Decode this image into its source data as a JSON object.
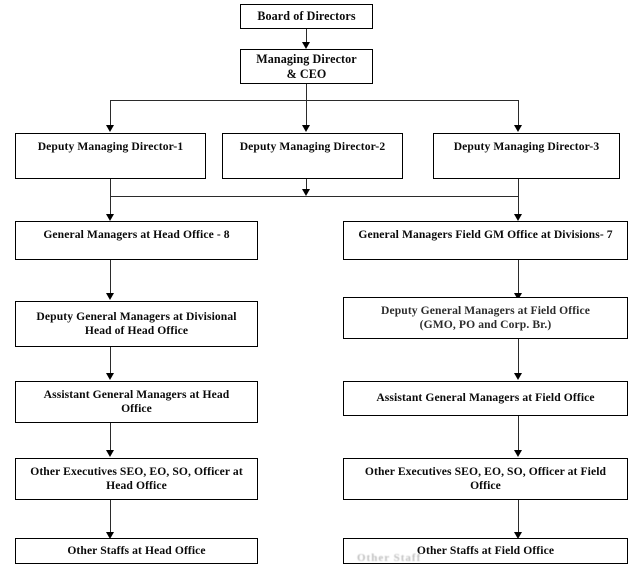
{
  "chart_data": {
    "type": "diagram",
    "diagram_kind": "organizational-hierarchy-flowchart",
    "title": "",
    "orientation": "top-down",
    "columns": [
      "Head Office",
      "Field Office"
    ],
    "nodes": [
      {
        "id": "board",
        "label": "Board of Directors",
        "level": 0
      },
      {
        "id": "md_ceo",
        "label": "Managing Director\n& CEO",
        "level": 1
      },
      {
        "id": "dmd1",
        "label": "Deputy Managing  Director-1",
        "level": 2
      },
      {
        "id": "dmd2",
        "label": "Deputy Managing  Director-2",
        "level": 2
      },
      {
        "id": "dmd3",
        "label": "Deputy Managing  Director-3",
        "level": 2
      },
      {
        "id": "gm_head",
        "label": "General Managers at Head Office - 8",
        "level": 3,
        "column": "Head Office",
        "count": 8
      },
      {
        "id": "gm_field",
        "label": "General Managers Field GM Office at Divisions- 7",
        "level": 3,
        "column": "Field Office",
        "count": 7
      },
      {
        "id": "dgm_head",
        "label": "Deputy General Managers at Divisional\nHead of Head Office",
        "level": 4,
        "column": "Head Office"
      },
      {
        "id": "dgm_field",
        "label": "Deputy General Managers at Field Office\n(GMO, PO and Corp. Br.)",
        "level": 4,
        "column": "Field Office"
      },
      {
        "id": "agm_head",
        "label": "Assistant General Managers at Head\nOffice",
        "level": 5,
        "column": "Head Office"
      },
      {
        "id": "agm_field",
        "label": "Assistant General Managers at Field Office",
        "level": 5,
        "column": "Field Office"
      },
      {
        "id": "exec_head",
        "label": "Other Executives SEO, EO, SO, Officer at\nHead Office",
        "level": 6,
        "column": "Head Office"
      },
      {
        "id": "exec_field",
        "label": "Other Executives SEO, EO, SO, Officer at Field\nOffice",
        "level": 6,
        "column": "Field Office"
      },
      {
        "id": "staff_head",
        "label": "Other Staffs at Head Office",
        "level": 7,
        "column": "Head Office"
      },
      {
        "id": "staff_field",
        "label": "Other Staffs at Field Office",
        "level": 7,
        "column": "Field Office"
      }
    ],
    "edges": [
      {
        "from": "board",
        "to": "md_ceo"
      },
      {
        "from": "md_ceo",
        "to": "dmd1"
      },
      {
        "from": "md_ceo",
        "to": "dmd2"
      },
      {
        "from": "md_ceo",
        "to": "dmd3"
      },
      {
        "from": "dmd1",
        "to": "gm_head"
      },
      {
        "from": "dmd2",
        "to": "gm_head"
      },
      {
        "from": "dmd2",
        "to": "gm_field"
      },
      {
        "from": "dmd3",
        "to": "gm_field"
      },
      {
        "from": "gm_head",
        "to": "dgm_head"
      },
      {
        "from": "gm_field",
        "to": "dgm_field"
      },
      {
        "from": "dgm_head",
        "to": "agm_head"
      },
      {
        "from": "dgm_field",
        "to": "agm_field"
      },
      {
        "from": "agm_head",
        "to": "exec_head"
      },
      {
        "from": "agm_field",
        "to": "exec_field"
      },
      {
        "from": "exec_head",
        "to": "staff_head"
      },
      {
        "from": "exec_field",
        "to": "staff_field"
      }
    ],
    "colors": {
      "box_border": "#000000",
      "box_fill": "#ffffff",
      "connector": "#2b2b2b",
      "text": "#0a0a0a",
      "background": "#ffffff"
    }
  },
  "artifacts": {
    "ghost_text": "Other Staff"
  }
}
